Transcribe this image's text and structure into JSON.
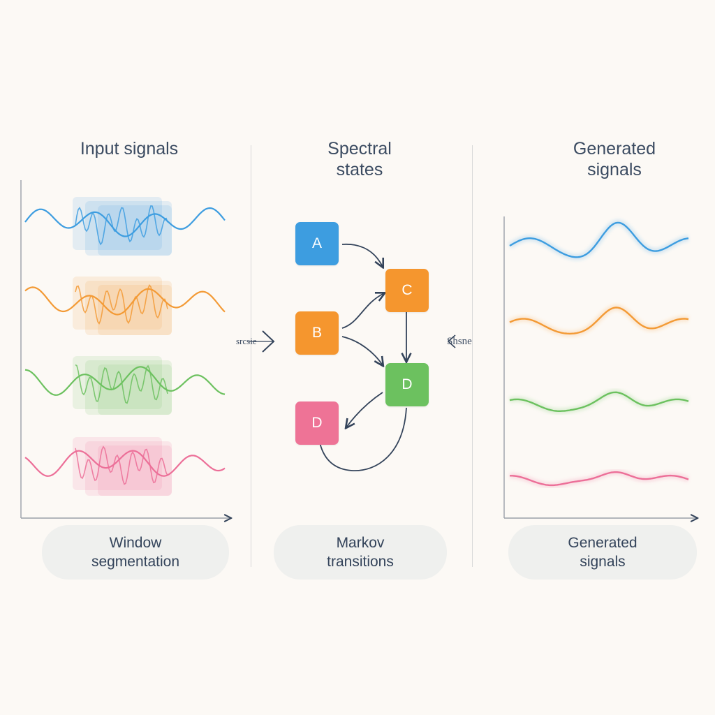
{
  "columns": {
    "input": {
      "title": "Input signals",
      "caption_lines": [
        "Window",
        "segmentation"
      ]
    },
    "spectral": {
      "title_lines": [
        "Spectral",
        "states"
      ],
      "caption_lines": [
        "Markov",
        "transitions"
      ]
    },
    "generated": {
      "title_lines": [
        "Generated",
        "signals"
      ],
      "caption_lines": [
        "Generated",
        "signals"
      ]
    }
  },
  "flow_labels": {
    "left": "srcsie",
    "right": "Shsne"
  },
  "states": [
    {
      "id": "A",
      "label": "A",
      "color": "#3d9de0"
    },
    {
      "id": "C",
      "label": "C",
      "color": "#f5962e"
    },
    {
      "id": "B",
      "label": "B",
      "color": "#f5962e"
    },
    {
      "id": "D1",
      "label": "D",
      "color": "#6cc15f"
    },
    {
      "id": "D2",
      "label": "D",
      "color": "#ee7396"
    }
  ],
  "signal_colors": [
    "#3d9de0",
    "#f39a35",
    "#6cc15f",
    "#ec6f98"
  ],
  "arrow_color": "#33435a"
}
